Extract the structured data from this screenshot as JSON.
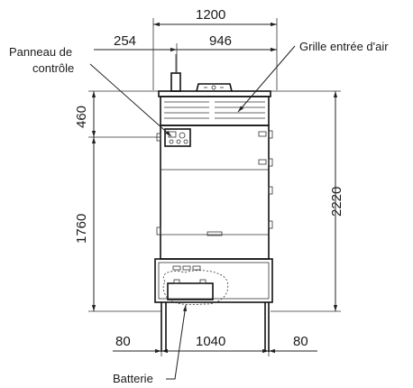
{
  "dimensions": {
    "total_width": "1200",
    "left_offset": "254",
    "right_width": "946",
    "top_height": "460",
    "lower_height": "1760",
    "total_height": "2220",
    "left_foot": "80",
    "base_width": "1040",
    "right_foot": "80"
  },
  "labels": {
    "control_panel_line1": "Panneau de",
    "control_panel_line2": "contrôle",
    "air_inlet": "Grille entrée d'air",
    "battery": "Batterie"
  }
}
